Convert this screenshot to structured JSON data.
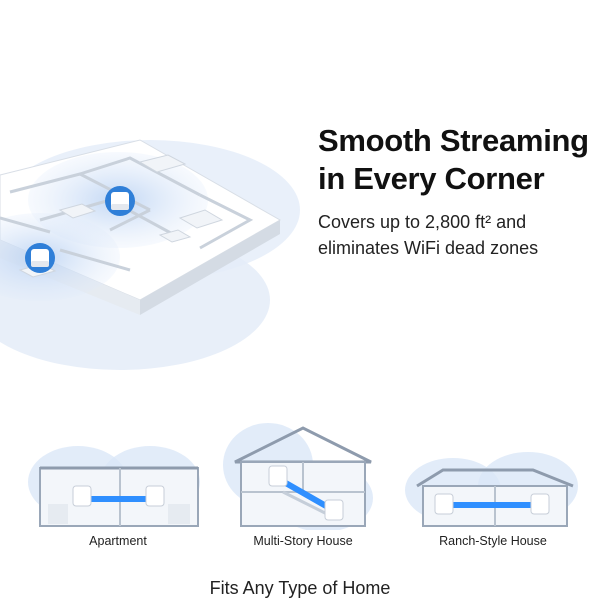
{
  "hero": {
    "headline_line1": "Smooth Streaming",
    "headline_line2": "in Every Corner",
    "sub_line1": "Covers up to 2,800 ft² and",
    "sub_line2": "eliminates WiFi dead zones"
  },
  "home_types": [
    {
      "label": "Apartment"
    },
    {
      "label": "Multi-Story House"
    },
    {
      "label": "Ranch-Style House"
    }
  ],
  "footer": {
    "caption": "Fits Any Type of Home"
  },
  "colors": {
    "coverage_blue": "#c9dcf5",
    "node_ring": "#2f7fd8",
    "link_beam": "#2f8fff",
    "house_outline": "#9aa7b8"
  }
}
